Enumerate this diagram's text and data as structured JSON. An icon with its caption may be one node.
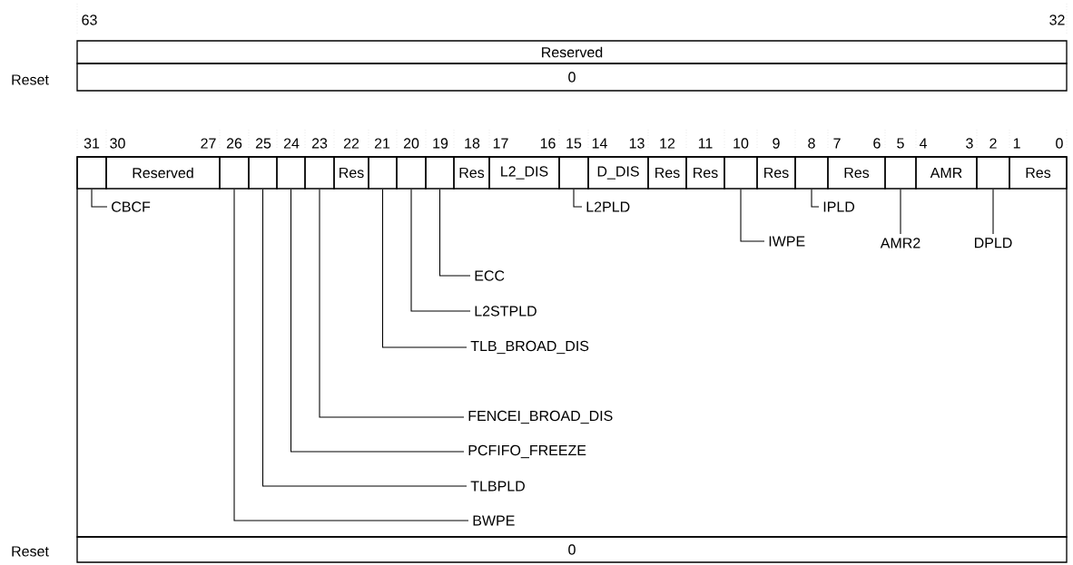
{
  "diagram": {
    "nodes": [
      {
        "text": [
          "Reserved"
        ]
      },
      {
        "text": [
          "0"
        ]
      },
      {
        "text": [],
        "shape": "box"
      },
      {
        "text": [
          "Reserved"
        ]
      },
      {
        "text": [],
        "shape": "box"
      },
      {
        "text": [],
        "shape": "box"
      },
      {
        "text": [],
        "shape": "box"
      },
      {
        "text": [],
        "shape": "box"
      },
      {
        "text": [
          "Res"
        ]
      },
      {
        "text": [],
        "shape": "box"
      },
      {
        "text": [],
        "shape": "box"
      },
      {
        "text": [],
        "shape": "box"
      },
      {
        "text": [
          "Res"
        ]
      },
      {
        "text": [
          "L2_DIS"
        ]
      },
      {
        "text": [],
        "shape": "box"
      },
      {
        "text": [
          "D_DIS"
        ]
      },
      {
        "text": [
          "Res"
        ]
      },
      {
        "text": [
          "Res"
        ]
      },
      {
        "text": [],
        "shape": "box"
      },
      {
        "text": [
          "Res"
        ]
      },
      {
        "text": [],
        "shape": "box"
      },
      {
        "text": [
          "Res"
        ]
      },
      {
        "text": [],
        "shape": "box"
      },
      {
        "text": [
          "AMR"
        ]
      },
      {
        "text": [],
        "shape": "box"
      },
      {
        "text": [
          "Res"
        ]
      },
      {
        "text": [
          "0"
        ]
      },
      {
        "text": [
          "CBCF"
        ]
      },
      {
        "text": [
          "L2PLD"
        ]
      },
      {
        "text": [
          "IPLD"
        ]
      },
      {
        "text": [
          "IWPE"
        ]
      },
      {
        "text": [
          "AMR2"
        ]
      },
      {
        "text": [
          "DPLD"
        ]
      },
      {
        "text": [
          "ECC"
        ]
      },
      {
        "text": [
          "L2STPLD"
        ]
      },
      {
        "text": [
          "TLB_BROAD_DIS"
        ]
      },
      {
        "text": [
          "FENCEI_BROAD_DIS"
        ]
      },
      {
        "text": [
          "PCFIFO_FREEZE"
        ]
      },
      {
        "text": [
          "TLBPLD"
        ]
      },
      {
        "text": [
          "BWPE"
        ]
      }
    ],
    "edges": [
      {
        "from": 27,
        "to": 2,
        "arrow": "none"
      },
      {
        "from": 28,
        "to": 14,
        "arrow": "none"
      },
      {
        "from": 29,
        "to": 20,
        "arrow": "none"
      },
      {
        "from": 30,
        "to": 18,
        "arrow": "none"
      },
      {
        "from": 31,
        "to": 22,
        "arrow": "none"
      },
      {
        "from": 32,
        "to": 24,
        "arrow": "none"
      },
      {
        "from": 33,
        "to": 11,
        "arrow": "none"
      },
      {
        "from": 34,
        "to": 10,
        "arrow": "none"
      },
      {
        "from": 35,
        "to": 9,
        "arrow": "none"
      },
      {
        "from": 36,
        "to": 7,
        "arrow": "none"
      },
      {
        "from": 37,
        "to": 6,
        "arrow": "none"
      },
      {
        "from": 38,
        "to": 5,
        "arrow": "none"
      },
      {
        "from": 39,
        "to": 4,
        "arrow": "none"
      }
    ],
    "labels": [
      "63",
      "32",
      "Reset",
      "31",
      "30",
      "27",
      "26",
      "25",
      "24",
      "23",
      "22",
      "21",
      "20",
      "19",
      "18",
      "17",
      "16",
      "15",
      "14",
      "13",
      "12",
      "11",
      "10",
      "9",
      "8",
      "7",
      "6",
      "5",
      "4",
      "3",
      "2",
      "1",
      "0",
      "Reset"
    ]
  }
}
